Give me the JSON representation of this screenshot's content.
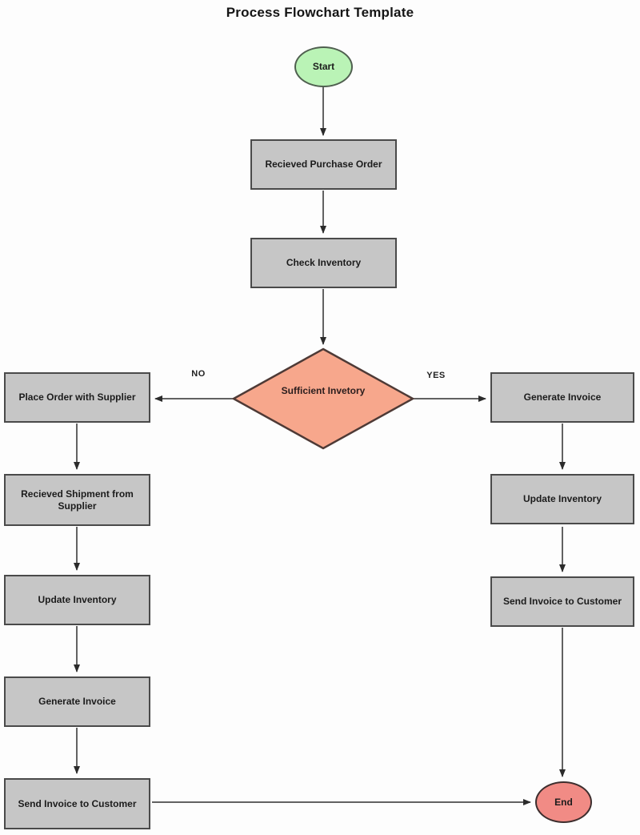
{
  "title": "Process Flowchart Template",
  "flowchart": {
    "start": {
      "label": "Start"
    },
    "received_purchase_order": {
      "label": "Recieved Purchase Order"
    },
    "check_inventory": {
      "label": "Check Inventory"
    },
    "decision": {
      "label": "Sufficient Invetory"
    },
    "branch_no": {
      "label": "NO"
    },
    "branch_yes": {
      "label": "YES"
    },
    "no_path": [
      {
        "label": "Place Order with Supplier"
      },
      {
        "label": "Recieved Shipment from Supplier"
      },
      {
        "label": "Update Inventory"
      },
      {
        "label": "Generate Invoice"
      },
      {
        "label": "Send Invoice to Customer"
      }
    ],
    "yes_path": [
      {
        "label": "Generate Invoice"
      },
      {
        "label": "Update Inventory"
      },
      {
        "label": "Send Invoice to Customer"
      }
    ],
    "end": {
      "label": "End"
    }
  },
  "colors": {
    "process_fill": "#c6c6c6",
    "process_border": "#4a4a4a",
    "start_fill": "#baf3b6",
    "decision_fill": "#f7a78c",
    "decision_border": "#4e3a36",
    "end_fill": "#f18b85",
    "connector": "#2f2f2f",
    "text": "#1c1c1c"
  }
}
